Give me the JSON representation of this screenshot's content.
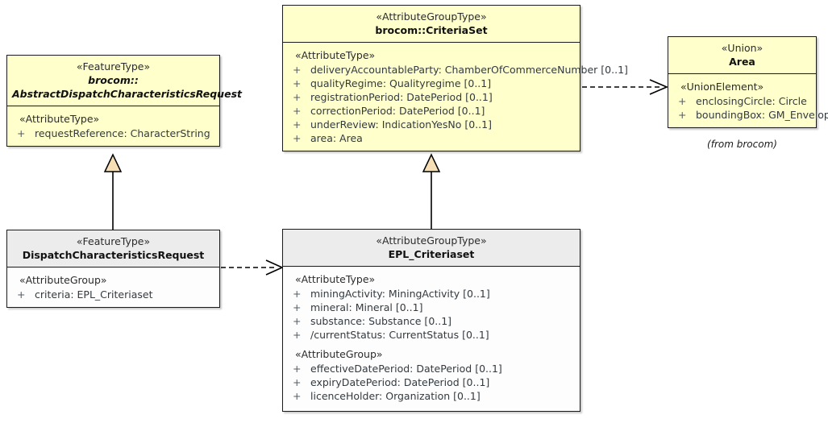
{
  "diagram": {
    "type": "uml-class-diagram",
    "background": "#ffffff",
    "class_fill_yellow": "#ffffcc",
    "class_fill_gray_header": "#ececec",
    "generalization_arrow_fill": "#f7dfb5",
    "border_color": "#1a1a1a"
  },
  "classes": {
    "abstract_dispatch": {
      "stereotype": "«FeatureType»",
      "namespace": "brocom::",
      "name": "AbstractDispatchCharacteristicsRequest",
      "abstract": true,
      "fill": "yellow",
      "compartments": [
        {
          "group_stereotype": "«AttributeType»",
          "attributes": [
            {
              "visibility": "+",
              "text": "requestReference: CharacterString"
            }
          ]
        }
      ]
    },
    "criteria_set": {
      "stereotype": "«AttributeGroupType»",
      "name": "brocom::CriteriaSet",
      "abstract": false,
      "fill": "yellow",
      "compartments": [
        {
          "group_stereotype": "«AttributeType»",
          "attributes": [
            {
              "visibility": "+",
              "text": "deliveryAccountableParty: ChamberOfCommerceNumber [0..1]"
            },
            {
              "visibility": "+",
              "text": "qualityRegime: Qualityregime [0..1]"
            },
            {
              "visibility": "+",
              "text": "registrationPeriod: DatePeriod [0..1]"
            },
            {
              "visibility": "+",
              "text": "correctionPeriod: DatePeriod [0..1]"
            },
            {
              "visibility": "+",
              "text": "underReview: IndicationYesNo [0..1]"
            },
            {
              "visibility": "+",
              "text": "area: Area"
            }
          ]
        }
      ]
    },
    "area": {
      "stereotype": "«Union»",
      "name": "Area",
      "abstract": false,
      "fill": "yellow",
      "note": "(from brocom)",
      "compartments": [
        {
          "group_stereotype": "«UnionElement»",
          "attributes": [
            {
              "visibility": "+",
              "text": "enclosingCircle: Circle"
            },
            {
              "visibility": "+",
              "text": "boundingBox: GM_Envelope"
            }
          ]
        }
      ]
    },
    "dispatch_request": {
      "stereotype": "«FeatureType»",
      "name": "DispatchCharacteristicsRequest",
      "abstract": false,
      "fill": "gray",
      "compartments": [
        {
          "group_stereotype": "«AttributeGroup»",
          "attributes": [
            {
              "visibility": "+",
              "text": "criteria: EPL_Criteriaset"
            }
          ]
        }
      ]
    },
    "epl_criteriaset": {
      "stereotype": "«AttributeGroupType»",
      "name": "EPL_Criteriaset",
      "abstract": false,
      "fill": "gray",
      "compartments": [
        {
          "group_stereotype": "«AttributeType»",
          "attributes": [
            {
              "visibility": "+",
              "text": "miningActivity: MiningActivity [0..1]"
            },
            {
              "visibility": "+",
              "text": "mineral: Mineral [0..1]"
            },
            {
              "visibility": "+",
              "text": "substance: Substance [0..1]"
            },
            {
              "visibility": "+",
              "text": "/currentStatus: CurrentStatus [0..1]"
            }
          ]
        },
        {
          "group_stereotype": "«AttributeGroup»",
          "attributes": [
            {
              "visibility": "+",
              "text": "effectiveDatePeriod: DatePeriod [0..1]"
            },
            {
              "visibility": "+",
              "text": "expiryDatePeriod: DatePeriod [0..1]"
            },
            {
              "visibility": "+",
              "text": "licenceHolder: Organization [0..1]"
            }
          ]
        }
      ]
    }
  },
  "connectors": [
    {
      "kind": "generalization",
      "from": "dispatch_request",
      "to": "abstract_dispatch"
    },
    {
      "kind": "generalization",
      "from": "epl_criteriaset",
      "to": "criteria_set"
    },
    {
      "kind": "dependency",
      "from": "dispatch_request",
      "to": "epl_criteriaset"
    },
    {
      "kind": "dependency",
      "from": "criteria_set",
      "to": "area"
    }
  ]
}
